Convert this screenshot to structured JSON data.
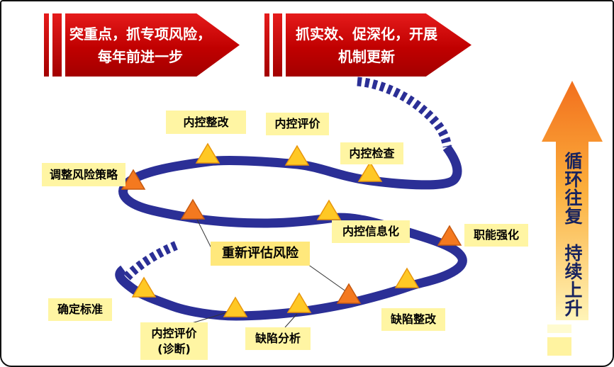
{
  "banners": [
    {
      "text": "突重点，抓专项风险，\n每年前进一步"
    },
    {
      "text": "抓实效、促深化，开展\n机制更新"
    }
  ],
  "side_arrow": {
    "text": "循环往复　持续上升"
  },
  "spiral_labels": [
    {
      "text": "调整风险策略"
    },
    {
      "text": "内控整改"
    },
    {
      "text": "内控评价"
    },
    {
      "text": "内控检查"
    },
    {
      "text": "内控信息化"
    },
    {
      "text": "重新评估风险"
    },
    {
      "text": "职能强化"
    },
    {
      "text": "确定标准"
    },
    {
      "text": "内控评价\n(诊断)"
    },
    {
      "text": "缺陷分析"
    },
    {
      "text": "缺陷整改"
    }
  ],
  "colors": {
    "banner_red": "#C00000",
    "spiral_blue": "#2B2F96",
    "label_yellow": "#FFF5A3",
    "highlight_yellow": "#FFE87C",
    "triangle_orange": "#F4791F",
    "triangle_yellow": "#FFC825",
    "arrow_gradient_top": "#F26F1D",
    "arrow_gradient_bottom": "#FFF4B8",
    "arrow_text_navy": "#17235E"
  }
}
